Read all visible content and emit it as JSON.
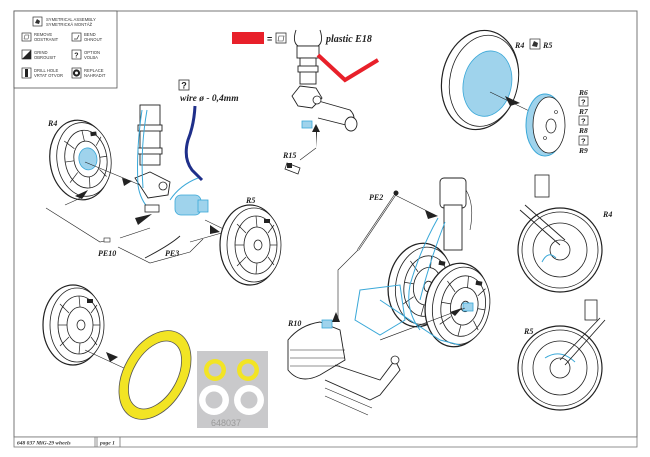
{
  "legend": {
    "items": [
      {
        "icon": "symmetrical-assembly-icon",
        "lines": [
          "SYMETRICAL ASSEMBLY",
          "SYMETRICKÁ MONTÁŽ"
        ]
      },
      {
        "icon": "remove-icon",
        "lines": [
          "REMOVE",
          "ODSTRANIT"
        ]
      },
      {
        "icon": "bend-icon",
        "lines": [
          "BEND",
          "OHNOUT"
        ]
      },
      {
        "icon": "grind-icon",
        "lines": [
          "GRIND",
          "OBROUSIT"
        ]
      },
      {
        "icon": "option-icon",
        "lines": [
          "OPTION",
          "VOLBA"
        ],
        "glyph": "?"
      },
      {
        "icon": "drill-hole-icon",
        "lines": [
          "DRILL HOLE",
          "VRTAT OTVOR"
        ]
      },
      {
        "icon": "replace-icon",
        "lines": [
          "REPLACE",
          "NAHRADIT"
        ]
      }
    ]
  },
  "plastic_note": {
    "equals": "=",
    "text": "plastic E18",
    "color": "#e8202a"
  },
  "wire_note": {
    "option_glyph": "?",
    "text": "wire ø - 0,4mm",
    "color": "#1f2f8a"
  },
  "labels": {
    "r4_left": "R4",
    "r5_left": "R5",
    "pe10": "PE10",
    "pe3": "PE3",
    "r15": "R15",
    "r4_top": "R4",
    "r5_top": "R5",
    "r6": "R6",
    "r7": "R7",
    "r8": "R8",
    "r9": "R9",
    "pe2": "PE2",
    "r10": "R10",
    "r4_right": "R4",
    "r5_right": "R5",
    "opt_glyph": "?"
  },
  "decal": {
    "code": "648037",
    "ring_colors": [
      "#f2e424",
      "#f2e424",
      "#ffffff",
      "#ffffff"
    ],
    "sheet_color": "#c9c9cb"
  },
  "colors": {
    "accent_blue": "#3aa8d8",
    "yellow_ring": "#f2e424",
    "red_part": "#e8202a"
  },
  "footer": {
    "code_title": "648 037  MiG-29 wheels",
    "page": "page 1"
  }
}
